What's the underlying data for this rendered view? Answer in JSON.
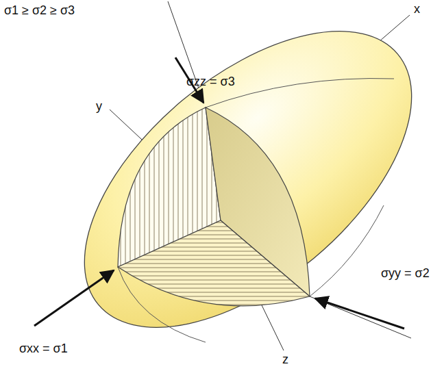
{
  "diagram": {
    "labels": [
      "σ1 ≥ σ2 ≥ σ3",
      "x",
      "y",
      "σzz = σ3",
      "σyy = σ2",
      "z",
      "σxx = σ1"
    ]
  }
}
